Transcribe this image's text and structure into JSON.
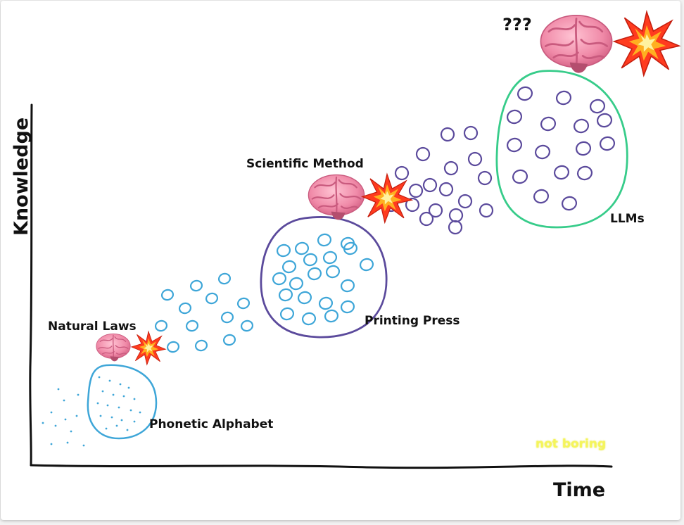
{
  "axes": {
    "y_label": "Knowledge",
    "x_label": "Time"
  },
  "labels": {
    "phonetic_alphabet": "Phonetic Alphabet",
    "natural_laws": "Natural Laws",
    "printing_press": "Printing Press",
    "scientific_method": "Scientific Method",
    "llms": "LLMs",
    "unknown": "???"
  },
  "watermark": "not boring",
  "colors": {
    "stage1": "#3ea6d8",
    "stage2": "#3ea6d8",
    "stage3": "#5b4a9c",
    "stage4": "#37cc8a",
    "axis": "#111111",
    "brain": "#f08aa8",
    "explosion": "#ff3b1f"
  },
  "icons": [
    "brain-icon",
    "explosion-icon"
  ]
}
